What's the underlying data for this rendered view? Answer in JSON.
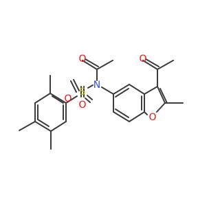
{
  "structure": {
    "atoms": {
      "nitrogen": {
        "symbol": "N",
        "color": "#3050f8"
      },
      "sulfur": {
        "symbol": "S",
        "color": "#b5b500"
      },
      "sulfonyl_oxygen_left": {
        "symbol": "O",
        "color": "#ff0d0d"
      },
      "sulfonyl_oxygen_right": {
        "symbol": "O",
        "color": "#ff0d0d"
      },
      "amide_oxygen": {
        "symbol": "O",
        "color": "#ff0d0d"
      },
      "ketone_oxygen": {
        "symbol": "O",
        "color": "#ff0d0d"
      },
      "furan_oxygen": {
        "symbol": "O",
        "color": "#ff0d0d"
      }
    },
    "bond_color": "#3c3c3c"
  }
}
